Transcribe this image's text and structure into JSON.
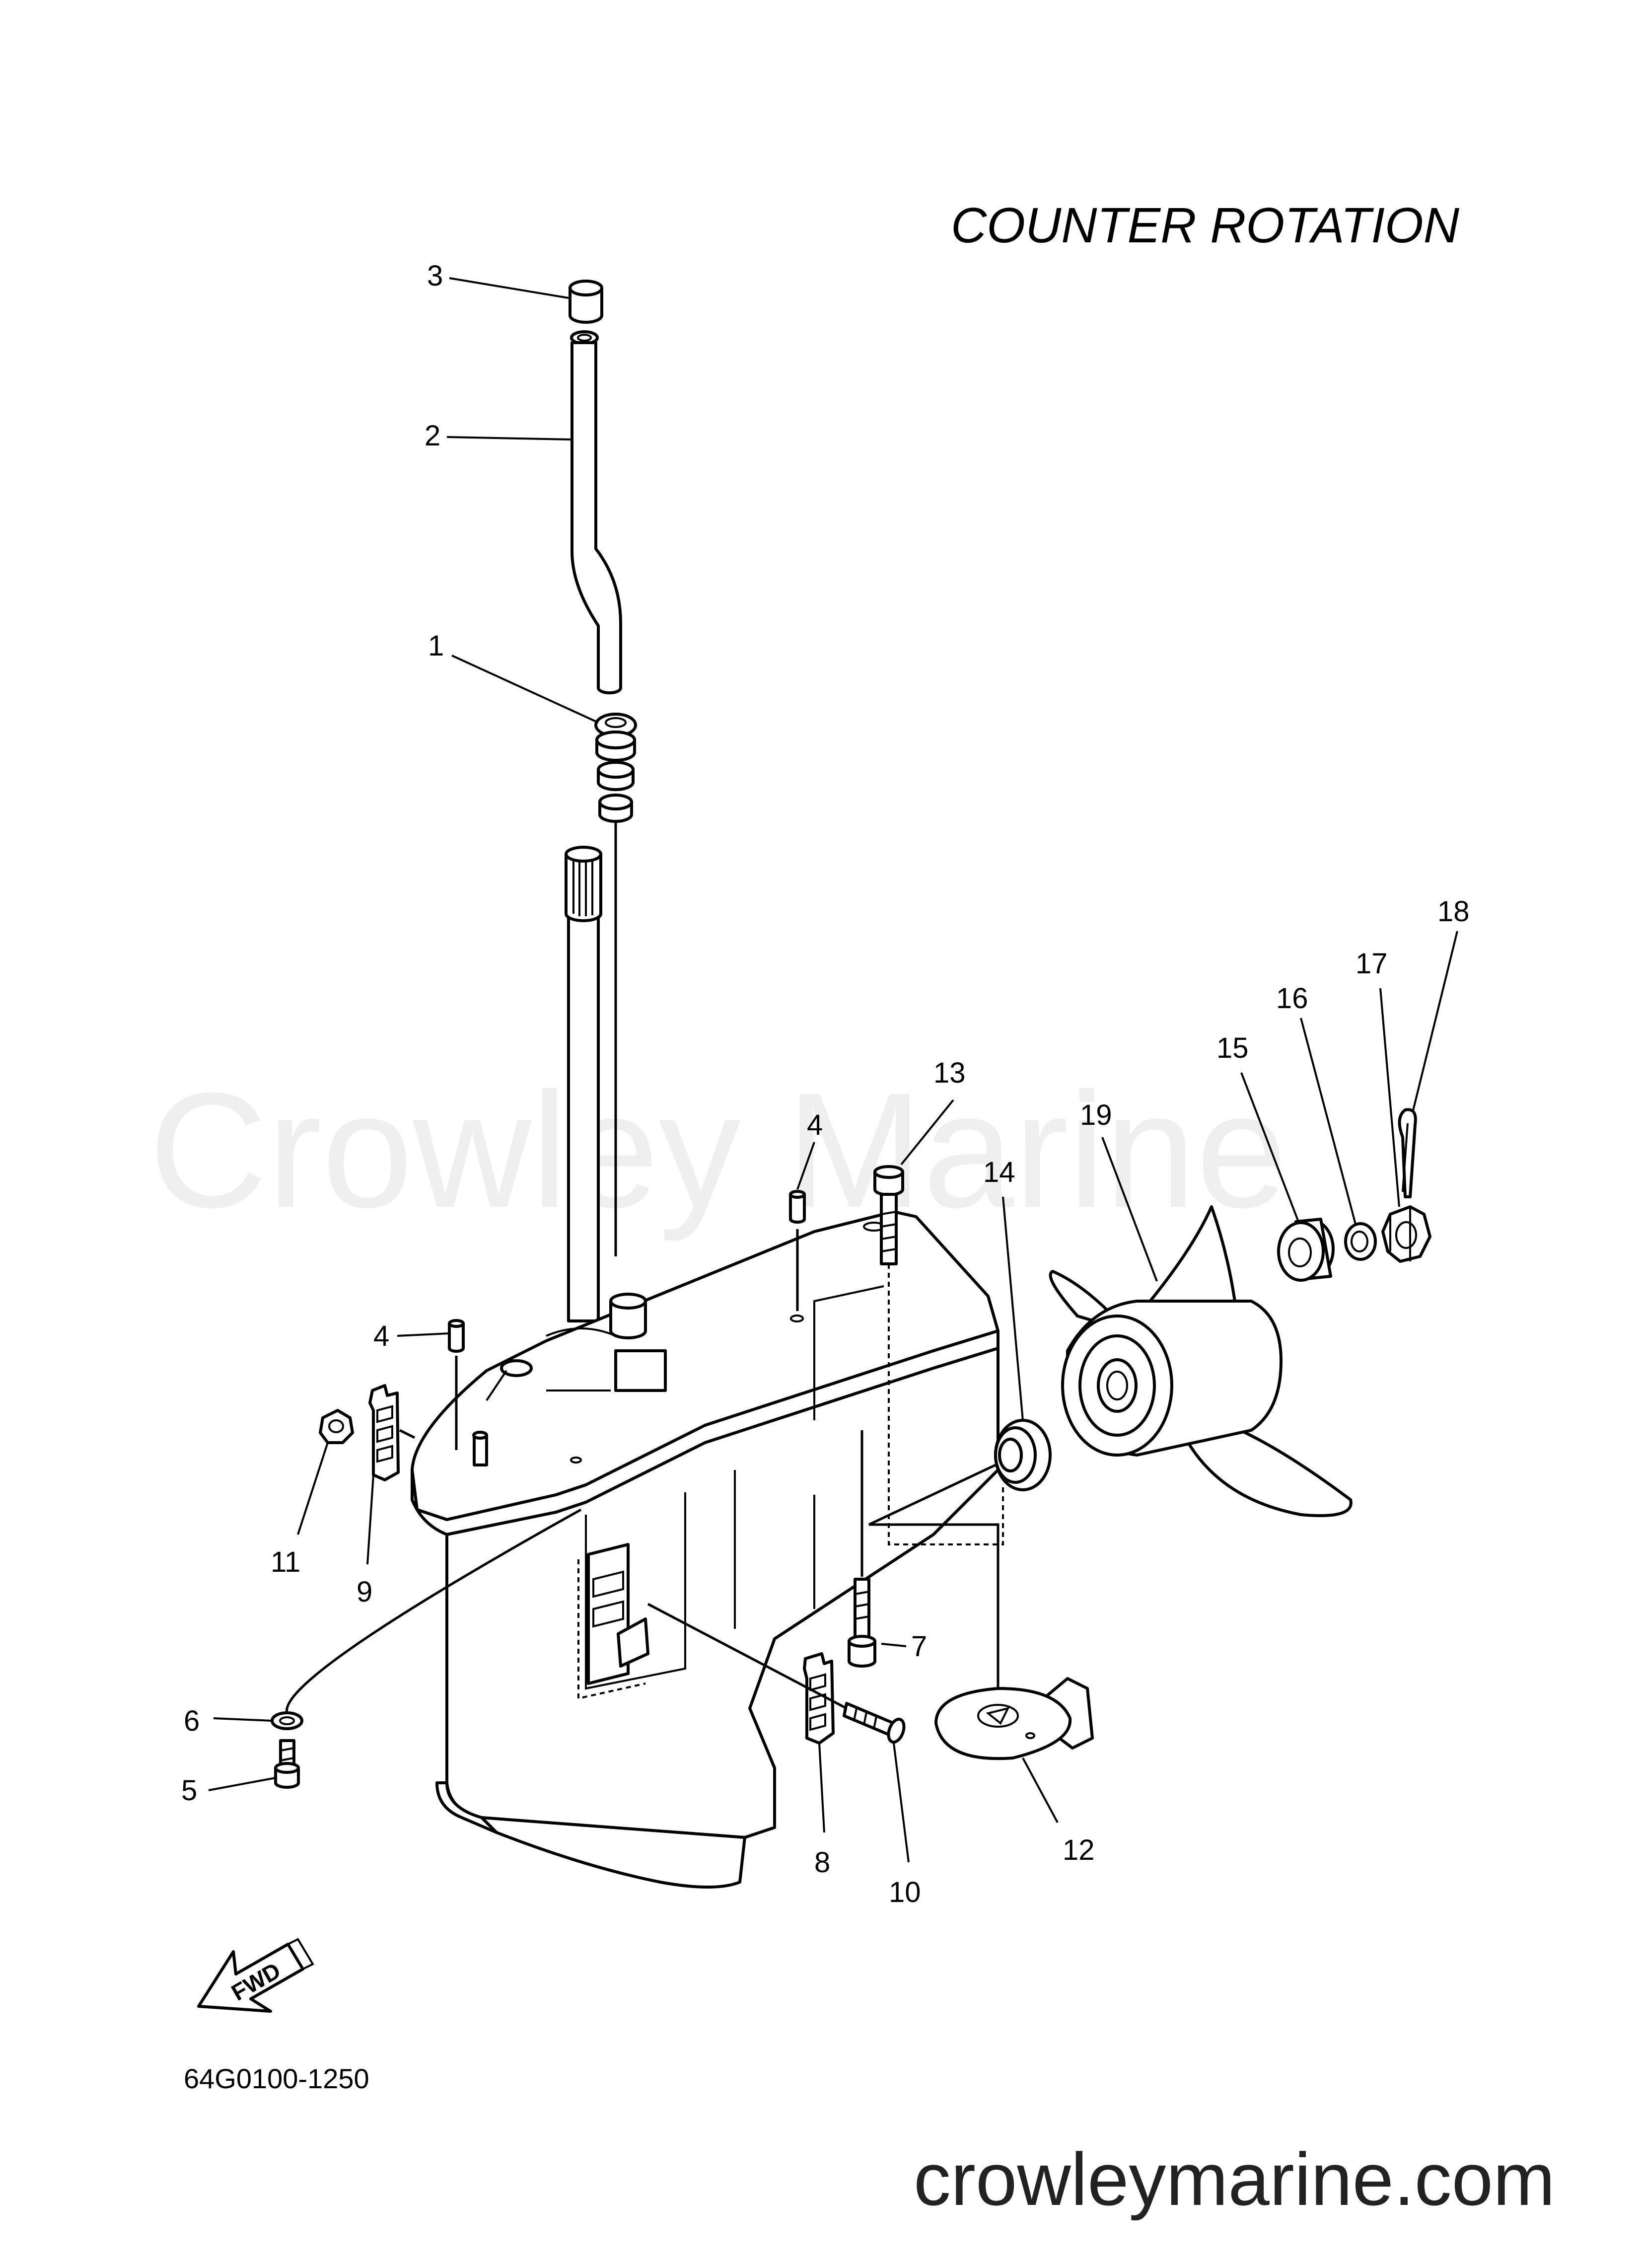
{
  "diagram": {
    "title": "COUNTER  ROTATION",
    "code": "64G0100-1250",
    "watermark": "Crowley Marine",
    "website": "crowleymarine.com",
    "fwd_label": "FWD",
    "callouts": [
      {
        "id": "1",
        "text": "1"
      },
      {
        "id": "2",
        "text": "2"
      },
      {
        "id": "3",
        "text": "3"
      },
      {
        "id": "4a",
        "text": "4"
      },
      {
        "id": "4b",
        "text": "4"
      },
      {
        "id": "5",
        "text": "5"
      },
      {
        "id": "6",
        "text": "6"
      },
      {
        "id": "7",
        "text": "7"
      },
      {
        "id": "8",
        "text": "8"
      },
      {
        "id": "9",
        "text": "9"
      },
      {
        "id": "10",
        "text": "10"
      },
      {
        "id": "11",
        "text": "11"
      },
      {
        "id": "12",
        "text": "12"
      },
      {
        "id": "13",
        "text": "13"
      },
      {
        "id": "14",
        "text": "14"
      },
      {
        "id": "15",
        "text": "15"
      },
      {
        "id": "16",
        "text": "16"
      },
      {
        "id": "17",
        "text": "17"
      },
      {
        "id": "18",
        "text": "18"
      },
      {
        "id": "19",
        "text": "19"
      }
    ]
  }
}
